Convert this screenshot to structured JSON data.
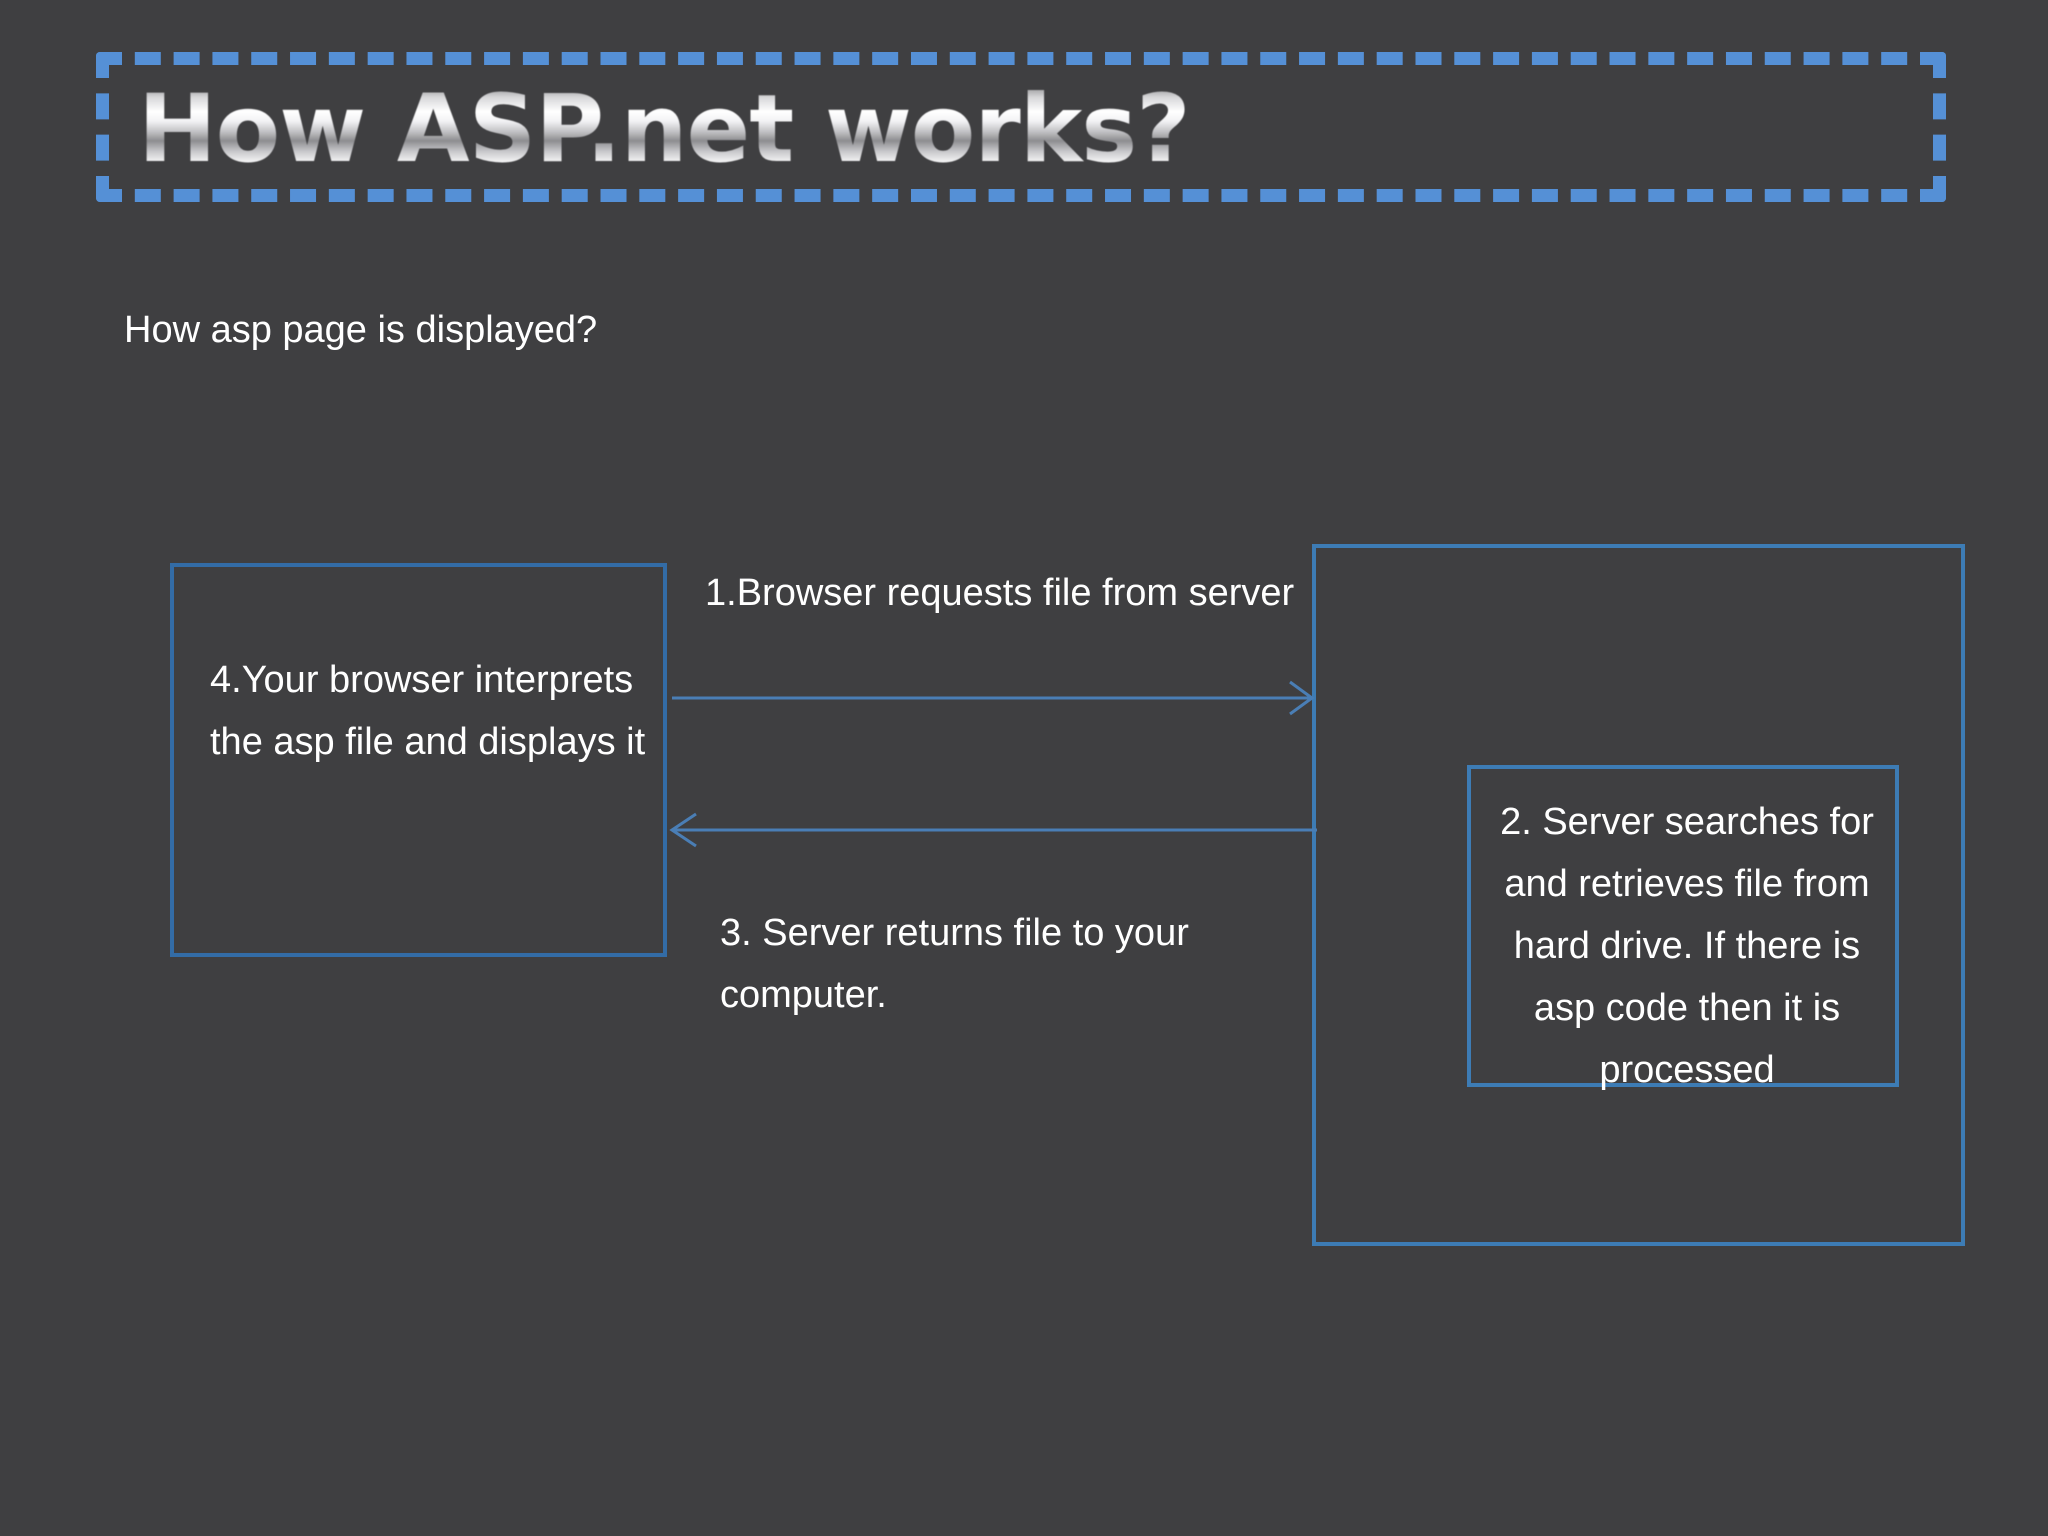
{
  "slide": {
    "background_color": "#3f3f41",
    "accent_blue": "#5590d6",
    "box_border_color": "#336ca6",
    "text_color": "#ffffff",
    "title": "How ASP.net works?",
    "subtitle": "How asp page is displayed?"
  },
  "diagram": {
    "browser_box": {
      "label": "4.Your browser interprets the asp file and displays it"
    },
    "server_box": {
      "label": ""
    },
    "server_inner_box": {
      "label": "2. Server searches for and retrieves file from hard drive. If there is asp code then it is processed"
    },
    "arrows": [
      {
        "name": "request-arrow",
        "direction": "right",
        "label": "1.Browser requests file from server"
      },
      {
        "name": "return-arrow",
        "direction": "left",
        "label": "3. Server returns file to your computer."
      }
    ]
  }
}
